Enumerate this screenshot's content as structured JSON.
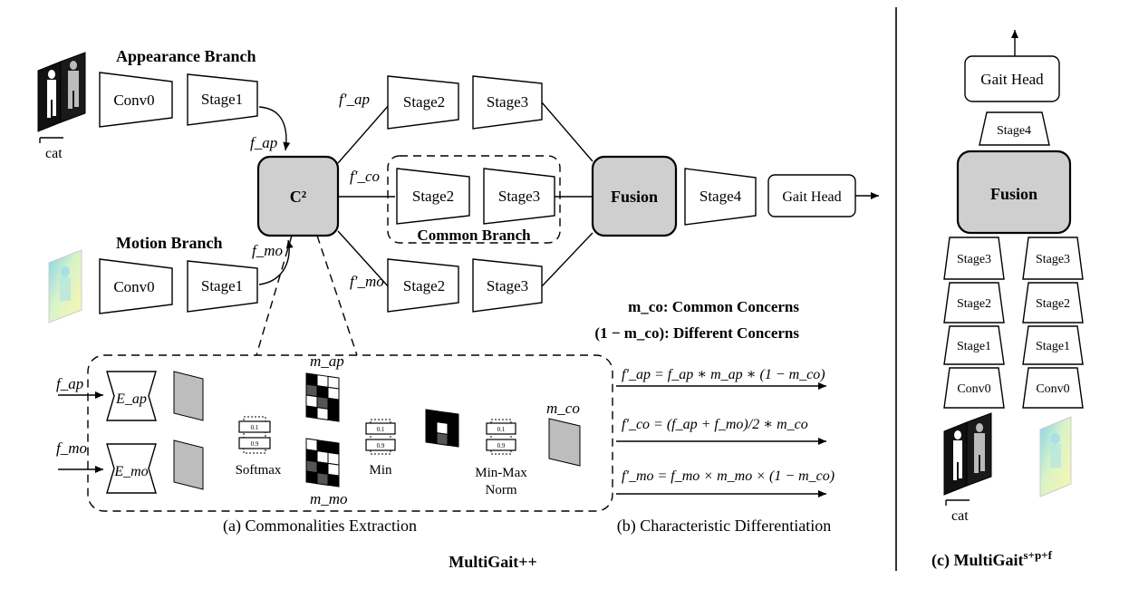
{
  "diagram": {
    "top": {
      "appearance_branch": "Appearance Branch",
      "motion_branch": "Motion Branch",
      "common_branch": "Common Branch",
      "conv0": "Conv0",
      "stage1": "Stage1",
      "stage2": "Stage2",
      "stage3": "Stage3",
      "stage4": "Stage4",
      "c2": "C²",
      "fusion": "Fusion",
      "gait_head": "Gait Head",
      "cat": "cat",
      "f_ap": "f_ap",
      "f_mo": "f_mo",
      "f_ap_prime": "f′_ap",
      "f_co_prime": "f′_co",
      "f_mo_prime": "f′_mo",
      "legend_common": "m_co: Common Concerns",
      "legend_different": "(1 − m_co): Different Concerns"
    },
    "detail": {
      "e_ap": "E_ap",
      "e_mo": "E_mo",
      "softmax": "Softmax",
      "min": "Min",
      "minmax_line1": "Min-Max",
      "minmax_line2": "Norm",
      "m_ap": "m_ap",
      "m_mo": "m_mo",
      "m_co": "m_co",
      "v01": "0.1",
      "v09": "0.9",
      "eq_ap": "f′_ap = f_ap ∗ m_ap ∗ (1 − m_co)",
      "eq_co": "f′_co = (f_ap + f_mo)/2 ∗ m_co",
      "eq_mo": "f′_mo = f_mo × m_mo × (1 − m_co)"
    },
    "captions": {
      "a": "(a) Commonalities Extraction",
      "b": "(b) Characteristic Differentiation",
      "main": "MultiGait++"
    },
    "right_panel": {
      "gait_head": "Gait Head",
      "stage4": "Stage4",
      "fusion": "Fusion",
      "col_left": [
        "Stage3",
        "Stage2",
        "Stage1",
        "Conv0"
      ],
      "col_right": [
        "Stage3",
        "Stage2",
        "Stage1",
        "Conv0"
      ],
      "cat": "cat",
      "caption": "(c) MultiGait",
      "caption_sup": "s+p+f"
    }
  }
}
